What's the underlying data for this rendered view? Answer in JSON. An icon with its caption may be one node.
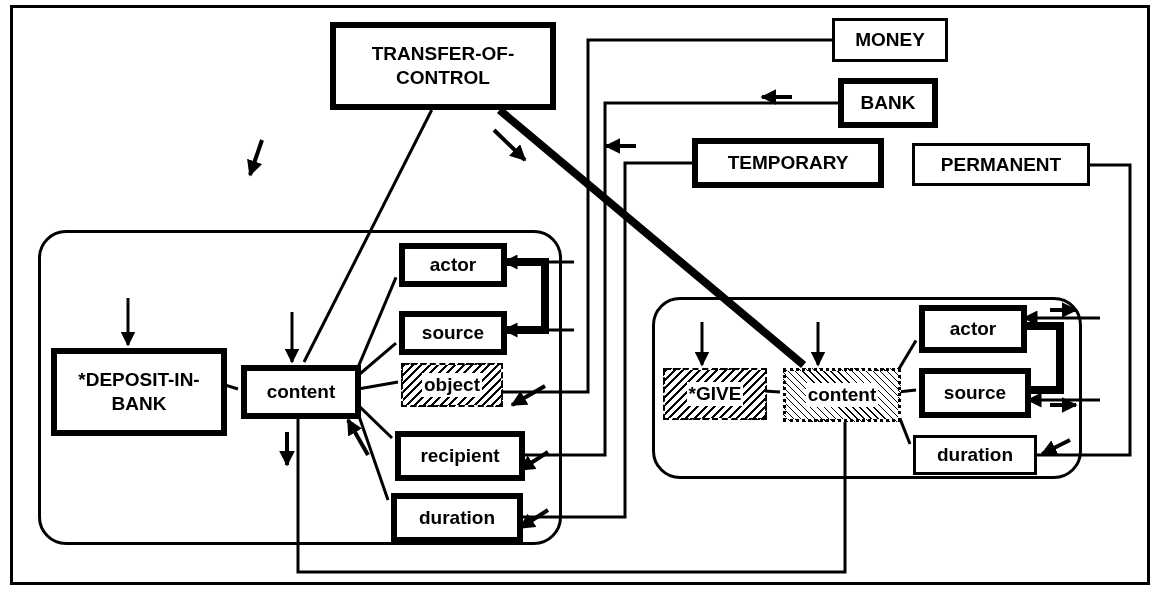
{
  "diagram": {
    "nodes": [
      {
        "text": [
          "TRANSFER-OF-CONTROL"
        ]
      },
      {
        "text": [
          "MONEY"
        ]
      },
      {
        "text": [
          "BANK"
        ]
      },
      {
        "text": [
          "TEMPORARY"
        ]
      },
      {
        "text": [
          "PERMANENT"
        ]
      },
      {
        "text": [],
        "shape": "box"
      },
      {
        "text": [
          "*DEPOSIT-IN-BANK"
        ],
        "in": 5
      },
      {
        "text": [
          "content"
        ],
        "in": 5
      },
      {
        "text": [
          "actor"
        ],
        "in": 5
      },
      {
        "text": [
          "source"
        ],
        "in": 5
      },
      {
        "text": [
          "object"
        ],
        "in": 5
      },
      {
        "text": [
          "recipient"
        ],
        "in": 5
      },
      {
        "text": [
          "duration"
        ],
        "in": 5
      },
      {
        "text": [],
        "shape": "box"
      },
      {
        "text": [
          "*GIVE"
        ],
        "in": 13
      },
      {
        "text": [
          "content"
        ],
        "in": 13
      },
      {
        "text": [
          "actor"
        ],
        "in": 13
      },
      {
        "text": [
          "source"
        ],
        "in": 13
      },
      {
        "text": [
          "duration"
        ],
        "in": 13
      }
    ],
    "edges": [
      {
        "from": 0,
        "to": 7,
        "arrow": "none"
      },
      {
        "from": 0,
        "to": 15,
        "arrow": "none",
        "style": "thick"
      },
      {
        "from": 1,
        "to": 10,
        "arrow": "none"
      },
      {
        "from": 2,
        "to": 11,
        "arrow": "none"
      },
      {
        "from": 3,
        "to": 12,
        "arrow": "none"
      },
      {
        "from": 4,
        "to": 18,
        "arrow": "none"
      },
      {
        "from": 7,
        "to": 6,
        "arrow": "none"
      },
      {
        "from": 7,
        "to": 8,
        "arrow": "none"
      },
      {
        "from": 7,
        "to": 9,
        "arrow": "none"
      },
      {
        "from": 7,
        "to": 10,
        "arrow": "none"
      },
      {
        "from": 7,
        "to": 11,
        "arrow": "none"
      },
      {
        "from": 7,
        "to": 12,
        "arrow": "none"
      },
      {
        "from": 15,
        "to": 14,
        "arrow": "none"
      },
      {
        "from": 15,
        "to": 16,
        "arrow": "none"
      },
      {
        "from": 15,
        "to": 17,
        "arrow": "none"
      },
      {
        "from": 15,
        "to": 18,
        "arrow": "none"
      },
      {
        "from": 15,
        "to": 7,
        "arrow": "none"
      },
      {
        "from": 8,
        "to": 9,
        "arrow": "none",
        "style": "thick"
      },
      {
        "from": 16,
        "to": 17,
        "arrow": "none",
        "style": "thick"
      },
      {
        "from": null,
        "to": 6,
        "arrow": "to"
      },
      {
        "from": null,
        "to": 7,
        "arrow": "to"
      },
      {
        "from": null,
        "to": 14,
        "arrow": "to"
      },
      {
        "from": null,
        "to": 15,
        "arrow": "to"
      },
      {
        "from": null,
        "to": 8,
        "arrow": "to"
      },
      {
        "from": null,
        "to": 9,
        "arrow": "to"
      },
      {
        "from": null,
        "to": 16,
        "arrow": "to"
      },
      {
        "from": null,
        "to": 17,
        "arrow": "to"
      }
    ]
  }
}
